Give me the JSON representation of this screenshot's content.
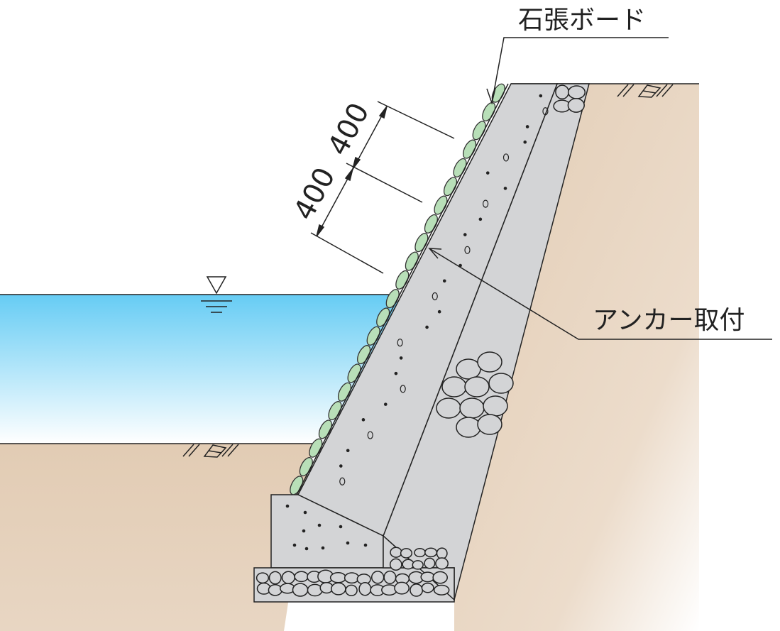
{
  "labels": {
    "stone_board": "石張ボード",
    "anchor": "アンカー取付",
    "dim_upper": "400",
    "dim_lower": "400"
  },
  "colors": {
    "water_top": "#66ccf4",
    "soil": "#e2ccb4",
    "concrete": "#d3d4d6",
    "stone_green": "#b8dfb8"
  }
}
